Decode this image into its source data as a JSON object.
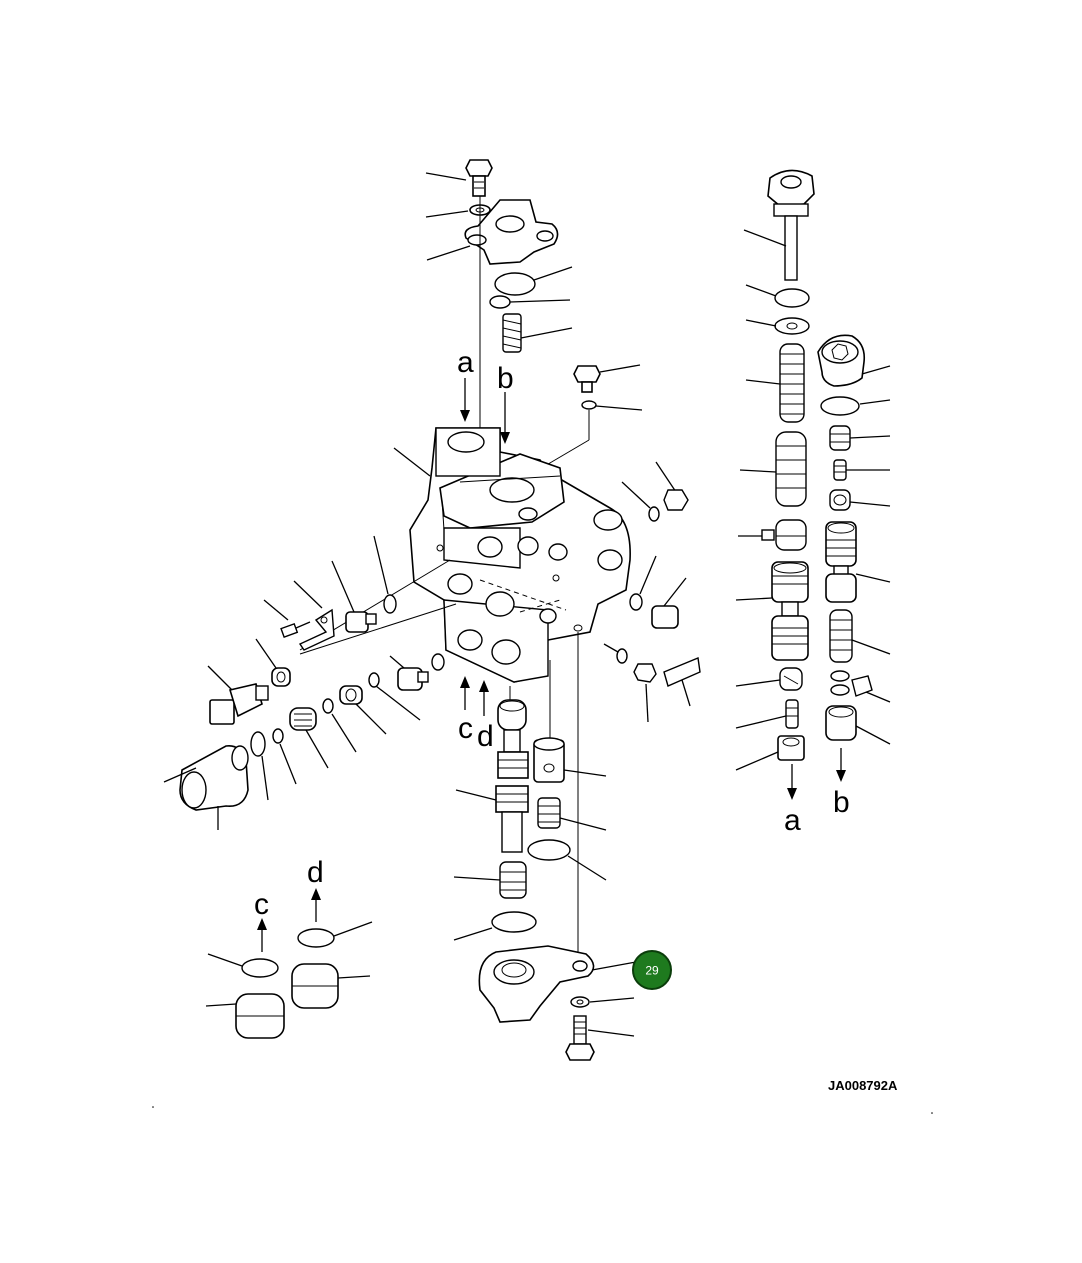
{
  "drawing": {
    "number": "JA008792A",
    "flow_markers": {
      "a_top": "a",
      "b_top": "b",
      "c_mid": "c",
      "d_mid": "d",
      "a_right": "a",
      "b_right": "b",
      "c_lower": "c",
      "d_lower": "d"
    }
  },
  "callout": {
    "number": "29",
    "color": "#1e7a1e",
    "border_color": "#0b3d0b"
  }
}
